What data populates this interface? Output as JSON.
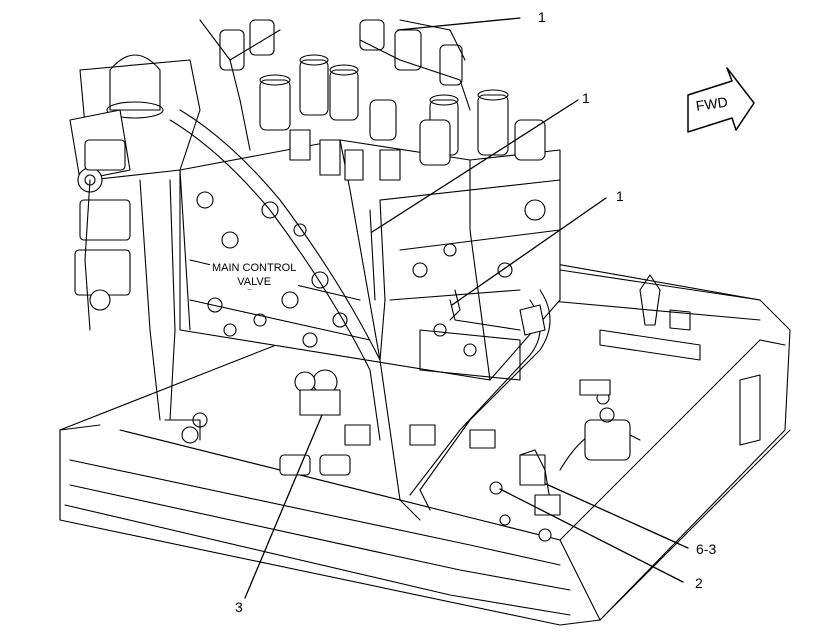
{
  "callouts": {
    "c1_top": "1",
    "c1_mid": "1",
    "c1_right": "1",
    "c6_3": "6-3",
    "c2": "2",
    "c3": "3"
  },
  "valve_label": {
    "line1": "MAIN CONTROL",
    "line2": "VALVE"
  },
  "direction_arrow": {
    "text": "FWD"
  }
}
